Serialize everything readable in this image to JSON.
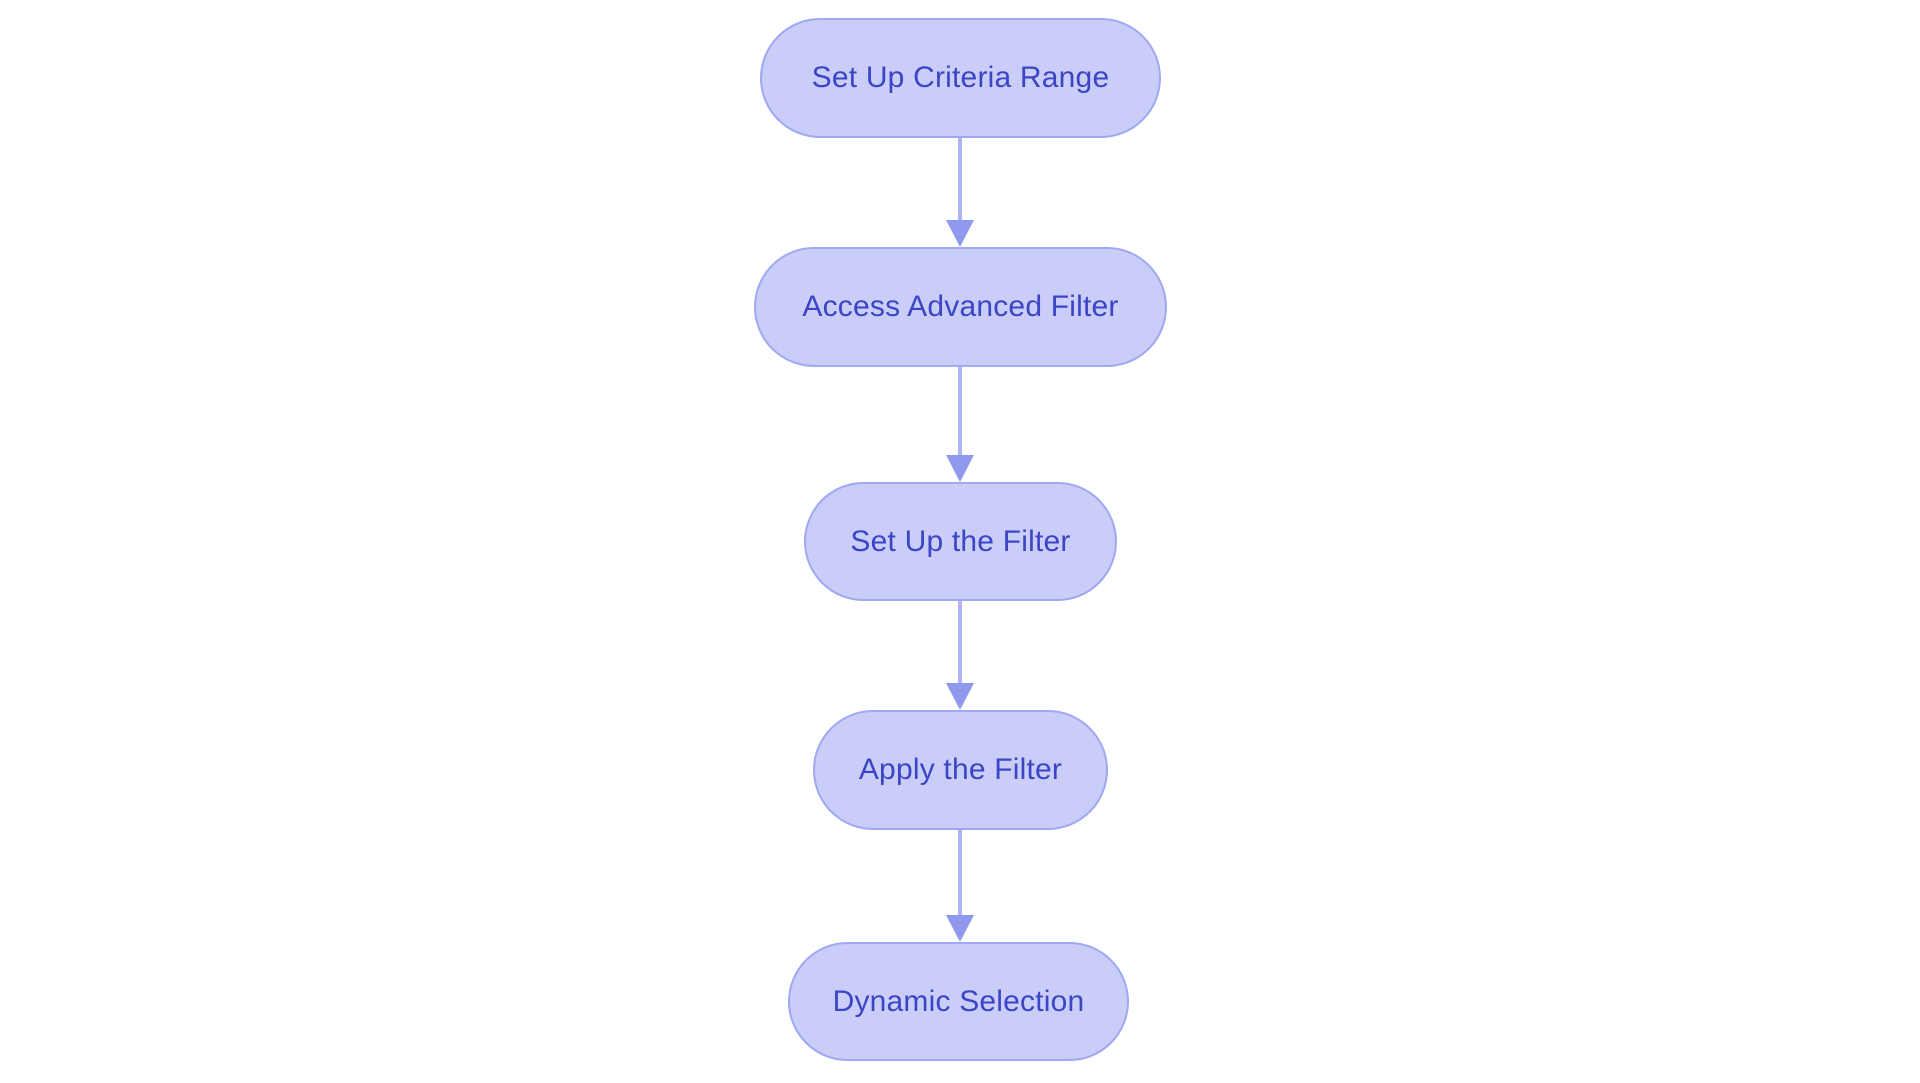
{
  "diagram": {
    "type": "flowchart",
    "direction": "top-down",
    "nodes": [
      {
        "id": "n1",
        "label": "Set Up Criteria Range"
      },
      {
        "id": "n2",
        "label": "Access Advanced Filter"
      },
      {
        "id": "n3",
        "label": "Set Up the Filter"
      },
      {
        "id": "n4",
        "label": "Apply the Filter"
      },
      {
        "id": "n5",
        "label": "Dynamic Selection"
      }
    ],
    "edges": [
      {
        "from": "n1",
        "to": "n2"
      },
      {
        "from": "n2",
        "to": "n3"
      },
      {
        "from": "n3",
        "to": "n4"
      },
      {
        "from": "n4",
        "to": "n5"
      }
    ]
  },
  "theme": {
    "background": "#ffffff",
    "node_fill": "#c9cdf8",
    "node_border": "#9fa8f1",
    "node_text": "#3b45c5",
    "arrow_line": "#aeb5f4",
    "arrow_head": "#8f9aee"
  }
}
